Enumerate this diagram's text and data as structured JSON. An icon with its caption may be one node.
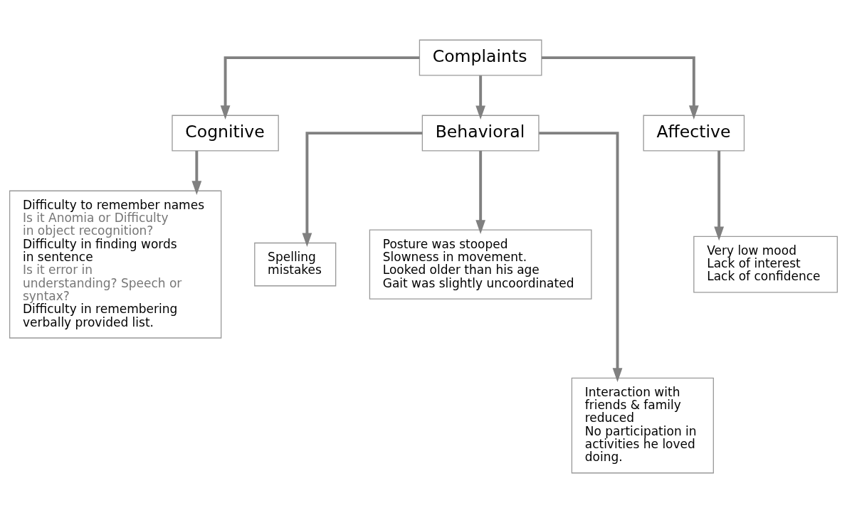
{
  "diagram": {
    "nodes": [
      {
        "text": [
          "Complaints"
        ]
      },
      {
        "text": [
          "Cognitive"
        ]
      },
      {
        "text": [
          "Behavioral"
        ]
      },
      {
        "text": [
          "Affective"
        ]
      },
      {
        "text": [
          "Difficulty to remember names",
          "Is it Anomia or Difficulty in object recognition?",
          "Difficulty in finding words in sentence",
          "Is it error in understanding? Speech or syntax?",
          "Difficulty in remembering verbally provided list."
        ]
      },
      {
        "text": [
          "Spelling mistakes"
        ]
      },
      {
        "text": [
          "Posture was stooped",
          "Slowness in movement.",
          "Looked older than his age",
          "Gait was slightly uncoordinated"
        ]
      },
      {
        "text": [
          "Interaction with friends & family reduced",
          "No participation in activities he loved doing."
        ]
      },
      {
        "text": [
          "Very low mood",
          "Lack of interest",
          "Lack of confidence"
        ]
      }
    ],
    "edges": [
      {
        "from": 0,
        "to": 1,
        "arrow": "to"
      },
      {
        "from": 0,
        "to": 2,
        "arrow": "to"
      },
      {
        "from": 0,
        "to": 3,
        "arrow": "to"
      },
      {
        "from": 1,
        "to": 4,
        "arrow": "to"
      },
      {
        "from": 2,
        "to": 5,
        "arrow": "to"
      },
      {
        "from": 2,
        "to": 6,
        "arrow": "to"
      },
      {
        "from": 2,
        "to": 7,
        "arrow": "to"
      },
      {
        "from": 3,
        "to": 8,
        "arrow": "to"
      }
    ]
  }
}
